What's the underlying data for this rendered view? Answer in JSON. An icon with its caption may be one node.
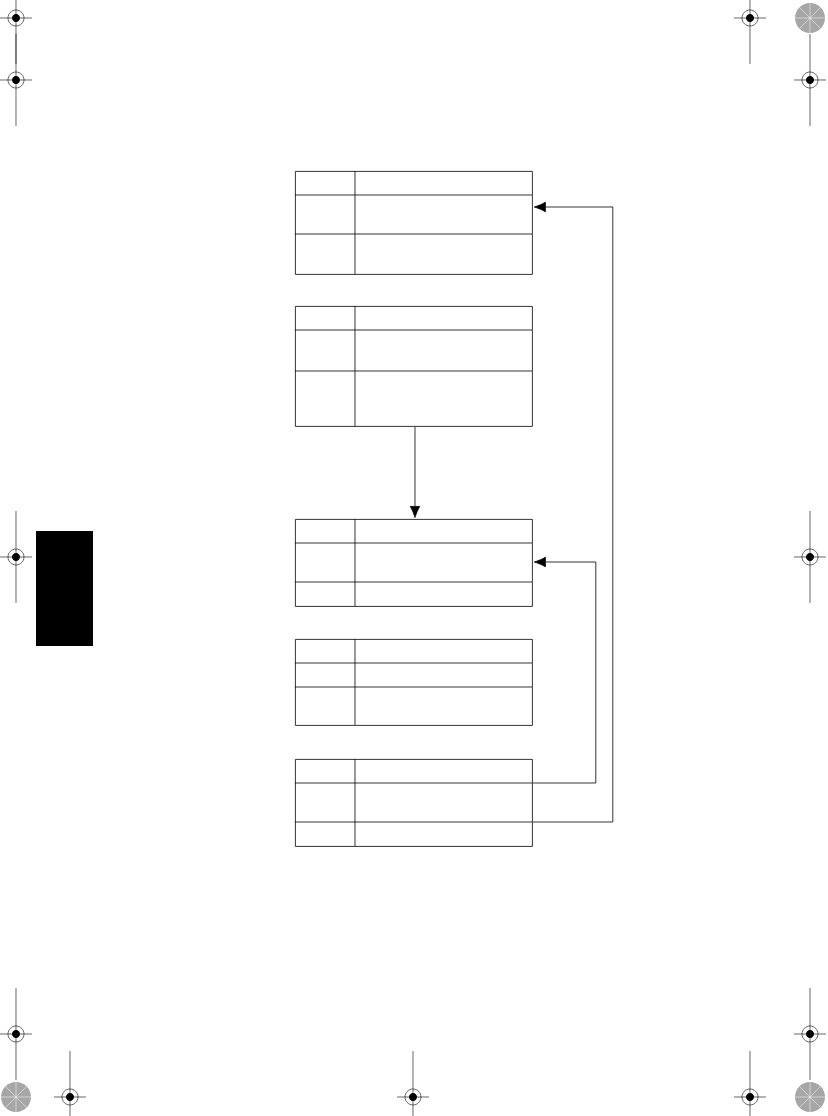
{
  "diagram": {
    "nodes": [
      {
        "text": [],
        "shape": "box"
      },
      {
        "text": [],
        "shape": "box"
      },
      {
        "text": [],
        "shape": "box"
      },
      {
        "text": [],
        "shape": "box"
      },
      {
        "text": [],
        "shape": "box"
      }
    ],
    "edges": [
      {
        "from": 1,
        "to": 2,
        "arrow": "to"
      },
      {
        "from": 4,
        "to": 2,
        "arrow": "to"
      },
      {
        "from": 4,
        "to": 0,
        "arrow": "to"
      }
    ]
  }
}
